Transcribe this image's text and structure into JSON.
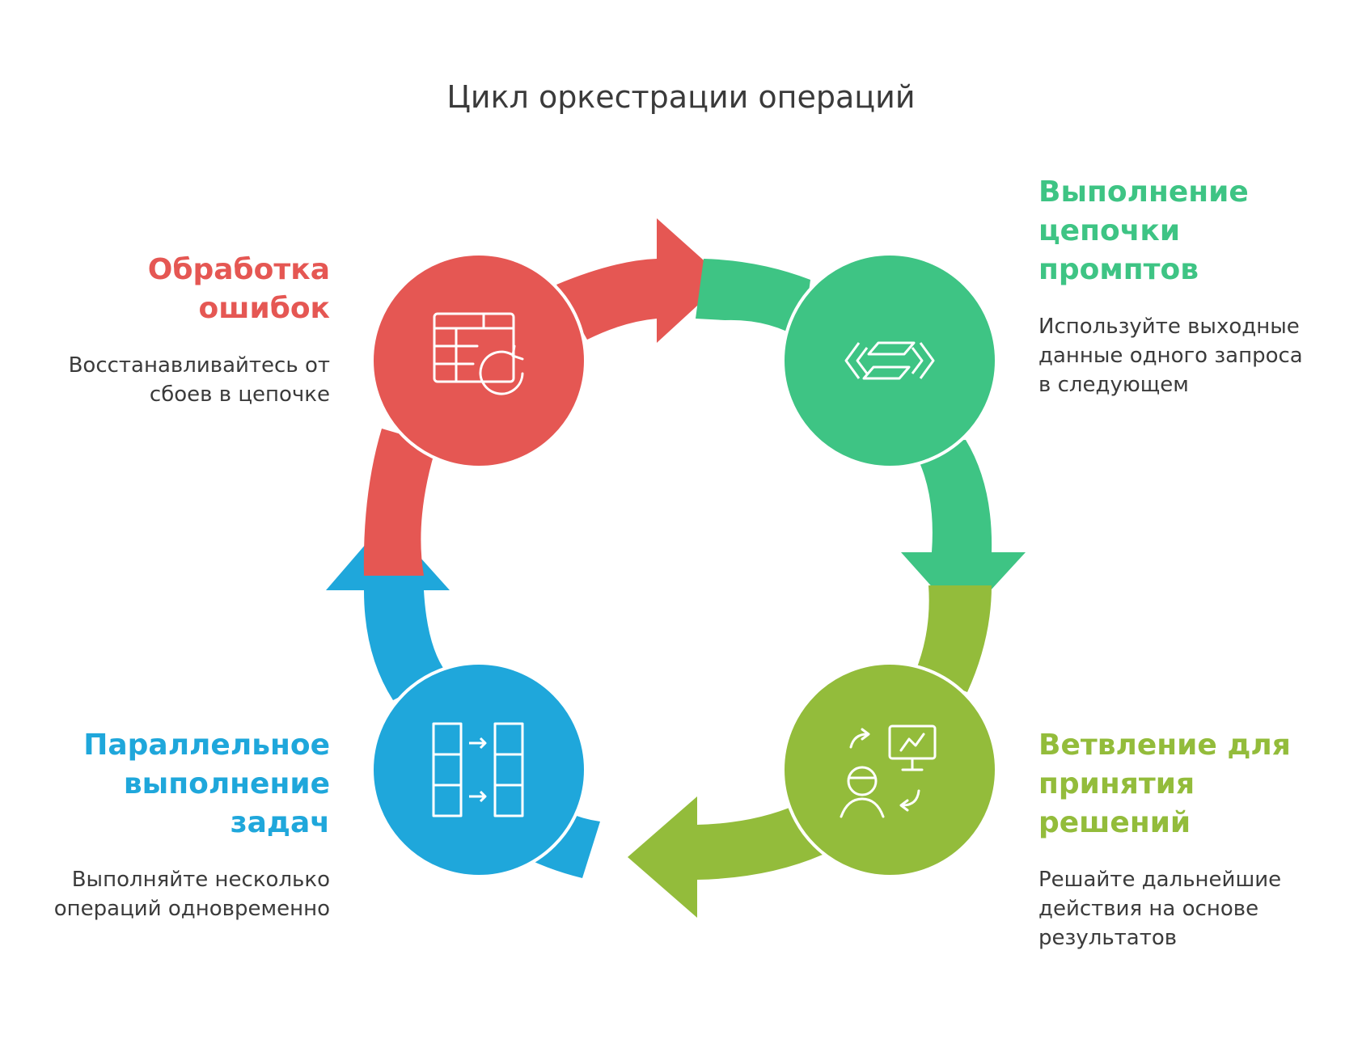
{
  "title": "Цикл оркестрации операций",
  "colors": {
    "red": "#E55753",
    "green": "#3EC484",
    "lime": "#93BC3B",
    "blue": "#1FA7DB",
    "text": "#3b3b3b"
  },
  "steps": [
    {
      "id": "error-handling",
      "color": "red",
      "icon": "table-refresh-icon",
      "heading_lines": [
        "Обработка",
        "ошибок"
      ],
      "desc_lines": [
        "Восстанавливайтесь от",
        "сбоев в цепочке"
      ]
    },
    {
      "id": "prompt-chain",
      "color": "green",
      "icon": "arrows-exchange-icon",
      "heading_lines": [
        "Выполнение",
        "цепочки",
        "промптов"
      ],
      "desc_lines": [
        "Используйте выходные",
        "данные одного запроса",
        "в следующем"
      ]
    },
    {
      "id": "branching",
      "color": "lime",
      "icon": "decision-person-icon",
      "heading_lines": [
        "Ветвление для",
        "принятия",
        "решений"
      ],
      "desc_lines": [
        "Решайте дальнейшие",
        "действия на основе",
        "результатов"
      ]
    },
    {
      "id": "parallel",
      "color": "blue",
      "icon": "parallel-columns-icon",
      "heading_lines": [
        "Параллельное",
        "выполнение",
        "задач"
      ],
      "desc_lines": [
        "Выполняйте несколько",
        "операций одновременно"
      ]
    }
  ]
}
